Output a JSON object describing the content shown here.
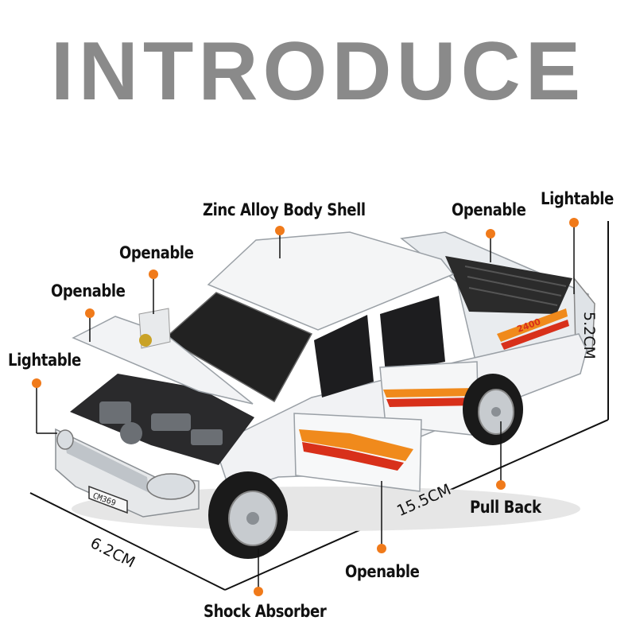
{
  "title": "INTRODUCE",
  "callouts": {
    "body_shell": "Zinc Alloy Body Shell",
    "openable_tailgate": "Openable",
    "lightable_rear": "Lightable",
    "openable_hood": "Openable",
    "openable_door_front": "Openable",
    "lightable_front": "Lightable",
    "pull_back": "Pull Back",
    "openable_side_door": "Openable",
    "shock_absorber": "Shock Absorber"
  },
  "dimensions": {
    "height": "5.2CM",
    "length": "15.5CM",
    "width": "6.2CM"
  },
  "license_plate": "CM369",
  "decal": "2400",
  "colors": {
    "title": "#8a8a8a",
    "dot": "#f07a1a",
    "body": "#eef0f2",
    "stripe_orange": "#f08a1c",
    "stripe_red": "#d8301a"
  }
}
